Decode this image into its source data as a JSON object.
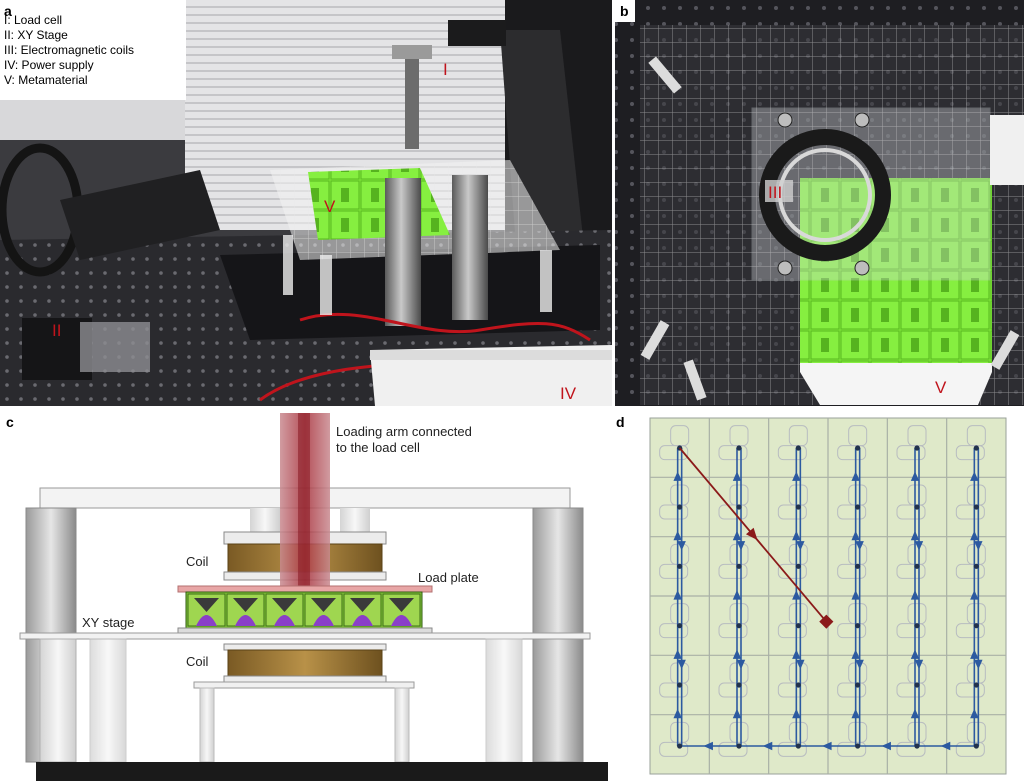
{
  "panels": {
    "a": {
      "letter": "a",
      "legend": [
        "I: Load cell",
        "II: XY Stage",
        "III: Electromagnetic coils",
        "IV: Power supply",
        "V: Metamaterial"
      ],
      "markers": {
        "I": "I",
        "II": "II",
        "IV": "IV",
        "V": "V"
      }
    },
    "b": {
      "letter": "b",
      "markers": {
        "III": "III",
        "V": "V"
      }
    },
    "c": {
      "letter": "c",
      "arm_label_1": "Loading arm connected",
      "arm_label_2": "to the load cell",
      "coil_top": "Coil",
      "coil_bottom": "Coil",
      "load_plate": "Load plate",
      "xy_stage": "XY stage"
    },
    "d": {
      "letter": "d",
      "grid": {
        "rows": 6,
        "cols": 6
      }
    }
  },
  "colors": {
    "marker_red": "#c0141c",
    "path_blue": "#2c5aa0",
    "diag_red": "#8b1a1a",
    "grid_green": "#dfe9c9",
    "meta_green": "#7fe83a",
    "purple": "#8a3fc8",
    "coil_brown": "#9c7a3c",
    "arm_red": "#b5474f"
  }
}
